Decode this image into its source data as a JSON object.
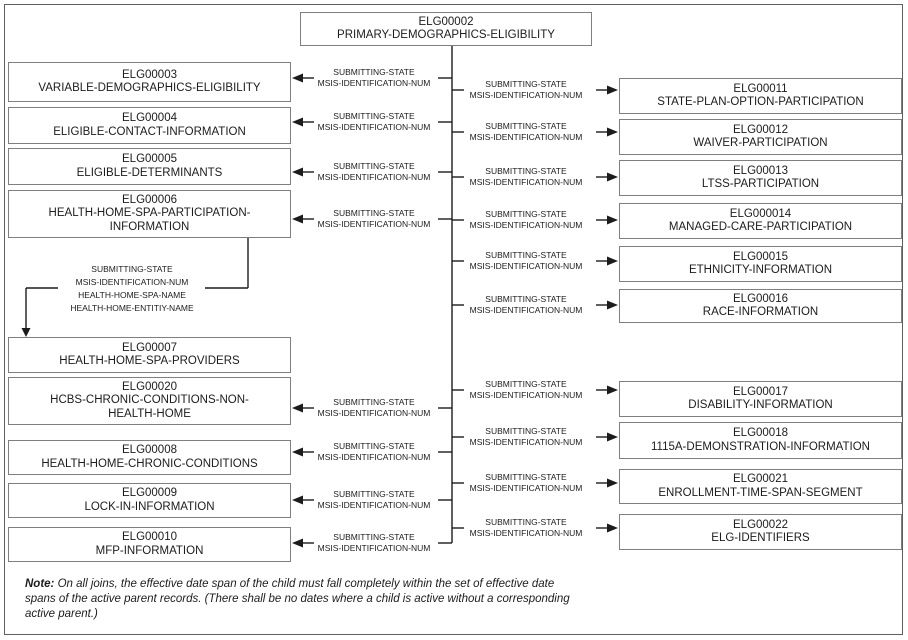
{
  "diagram": {
    "nodes": {
      "elg00002": {
        "code": "ELG00002",
        "name": "PRIMARY-DEMOGRAPHICS-ELIGIBILITY"
      },
      "elg00003": {
        "code": "ELG00003",
        "name": "VARIABLE-DEMOGRAPHICS-ELIGIBILITY"
      },
      "elg00004": {
        "code": "ELG00004",
        "name": "ELIGIBLE-CONTACT-INFORMATION"
      },
      "elg00005": {
        "code": "ELG00005",
        "name": "ELIGIBLE-DETERMINANTS"
      },
      "elg00006": {
        "code": "ELG00006",
        "name": "HEALTH-HOME-SPA-PARTICIPATION-INFORMATION"
      },
      "elg00007": {
        "code": "ELG00007",
        "name": "HEALTH-HOME-SPA-PROVIDERS"
      },
      "elg00020": {
        "code": "ELG00020",
        "name": "HCBS-CHRONIC-CONDITIONS-NON-HEALTH-HOME"
      },
      "elg00008": {
        "code": "ELG00008",
        "name": "HEALTH-HOME-CHRONIC-CONDITIONS"
      },
      "elg00009": {
        "code": "ELG00009",
        "name": "LOCK-IN-INFORMATION"
      },
      "elg00010": {
        "code": "ELG00010",
        "name": "MFP-INFORMATION"
      },
      "elg00011": {
        "code": "ELG00011",
        "name": "STATE-PLAN-OPTION-PARTICIPATION"
      },
      "elg00012": {
        "code": "ELG00012",
        "name": "WAIVER-PARTICIPATION"
      },
      "elg00013": {
        "code": "ELG00013",
        "name": "LTSS-PARTICIPATION"
      },
      "elg000014": {
        "code": "ELG000014",
        "name": "MANAGED-CARE-PARTICIPATION"
      },
      "elg00015": {
        "code": "ELG00015",
        "name": "ETHNICITY-INFORMATION"
      },
      "elg00016": {
        "code": "ELG00016",
        "name": "RACE-INFORMATION"
      },
      "elg00017": {
        "code": "ELG00017",
        "name": "DISABILITY-INFORMATION"
      },
      "elg00018": {
        "code": "ELG00018",
        "name": "1115A-DEMONSTRATION-INFORMATION"
      },
      "elg00021": {
        "code": "ELG00021",
        "name": "ENROLLMENT-TIME-SPAN-SEGMENT"
      },
      "elg00022": {
        "code": "ELG00022",
        "name": "ELG-IDENTIFIERS"
      }
    },
    "join_label": "SUBMITTING-STATE\nMSIS-IDENTIFICATION-NUM",
    "health_home_join_label": "SUBMITTING-STATE\nMSIS-IDENTIFICATION-NUM\nHEALTH-HOME-SPA-NAME\nHEALTH-HOME-ENTITIY-NAME",
    "note": {
      "label": "Note:",
      "text": "On all joins, the effective date span of the child must fall completely within the set of effective date spans of the active parent records. (There shall be no dates where a child is active without a corresponding active parent.)"
    },
    "colors": {
      "line": "#1c1c1c",
      "box_border": "#7f7f7f",
      "outer_border": "#5f5f5f",
      "text": "#1c1c1c",
      "background": "#ffffff"
    }
  }
}
